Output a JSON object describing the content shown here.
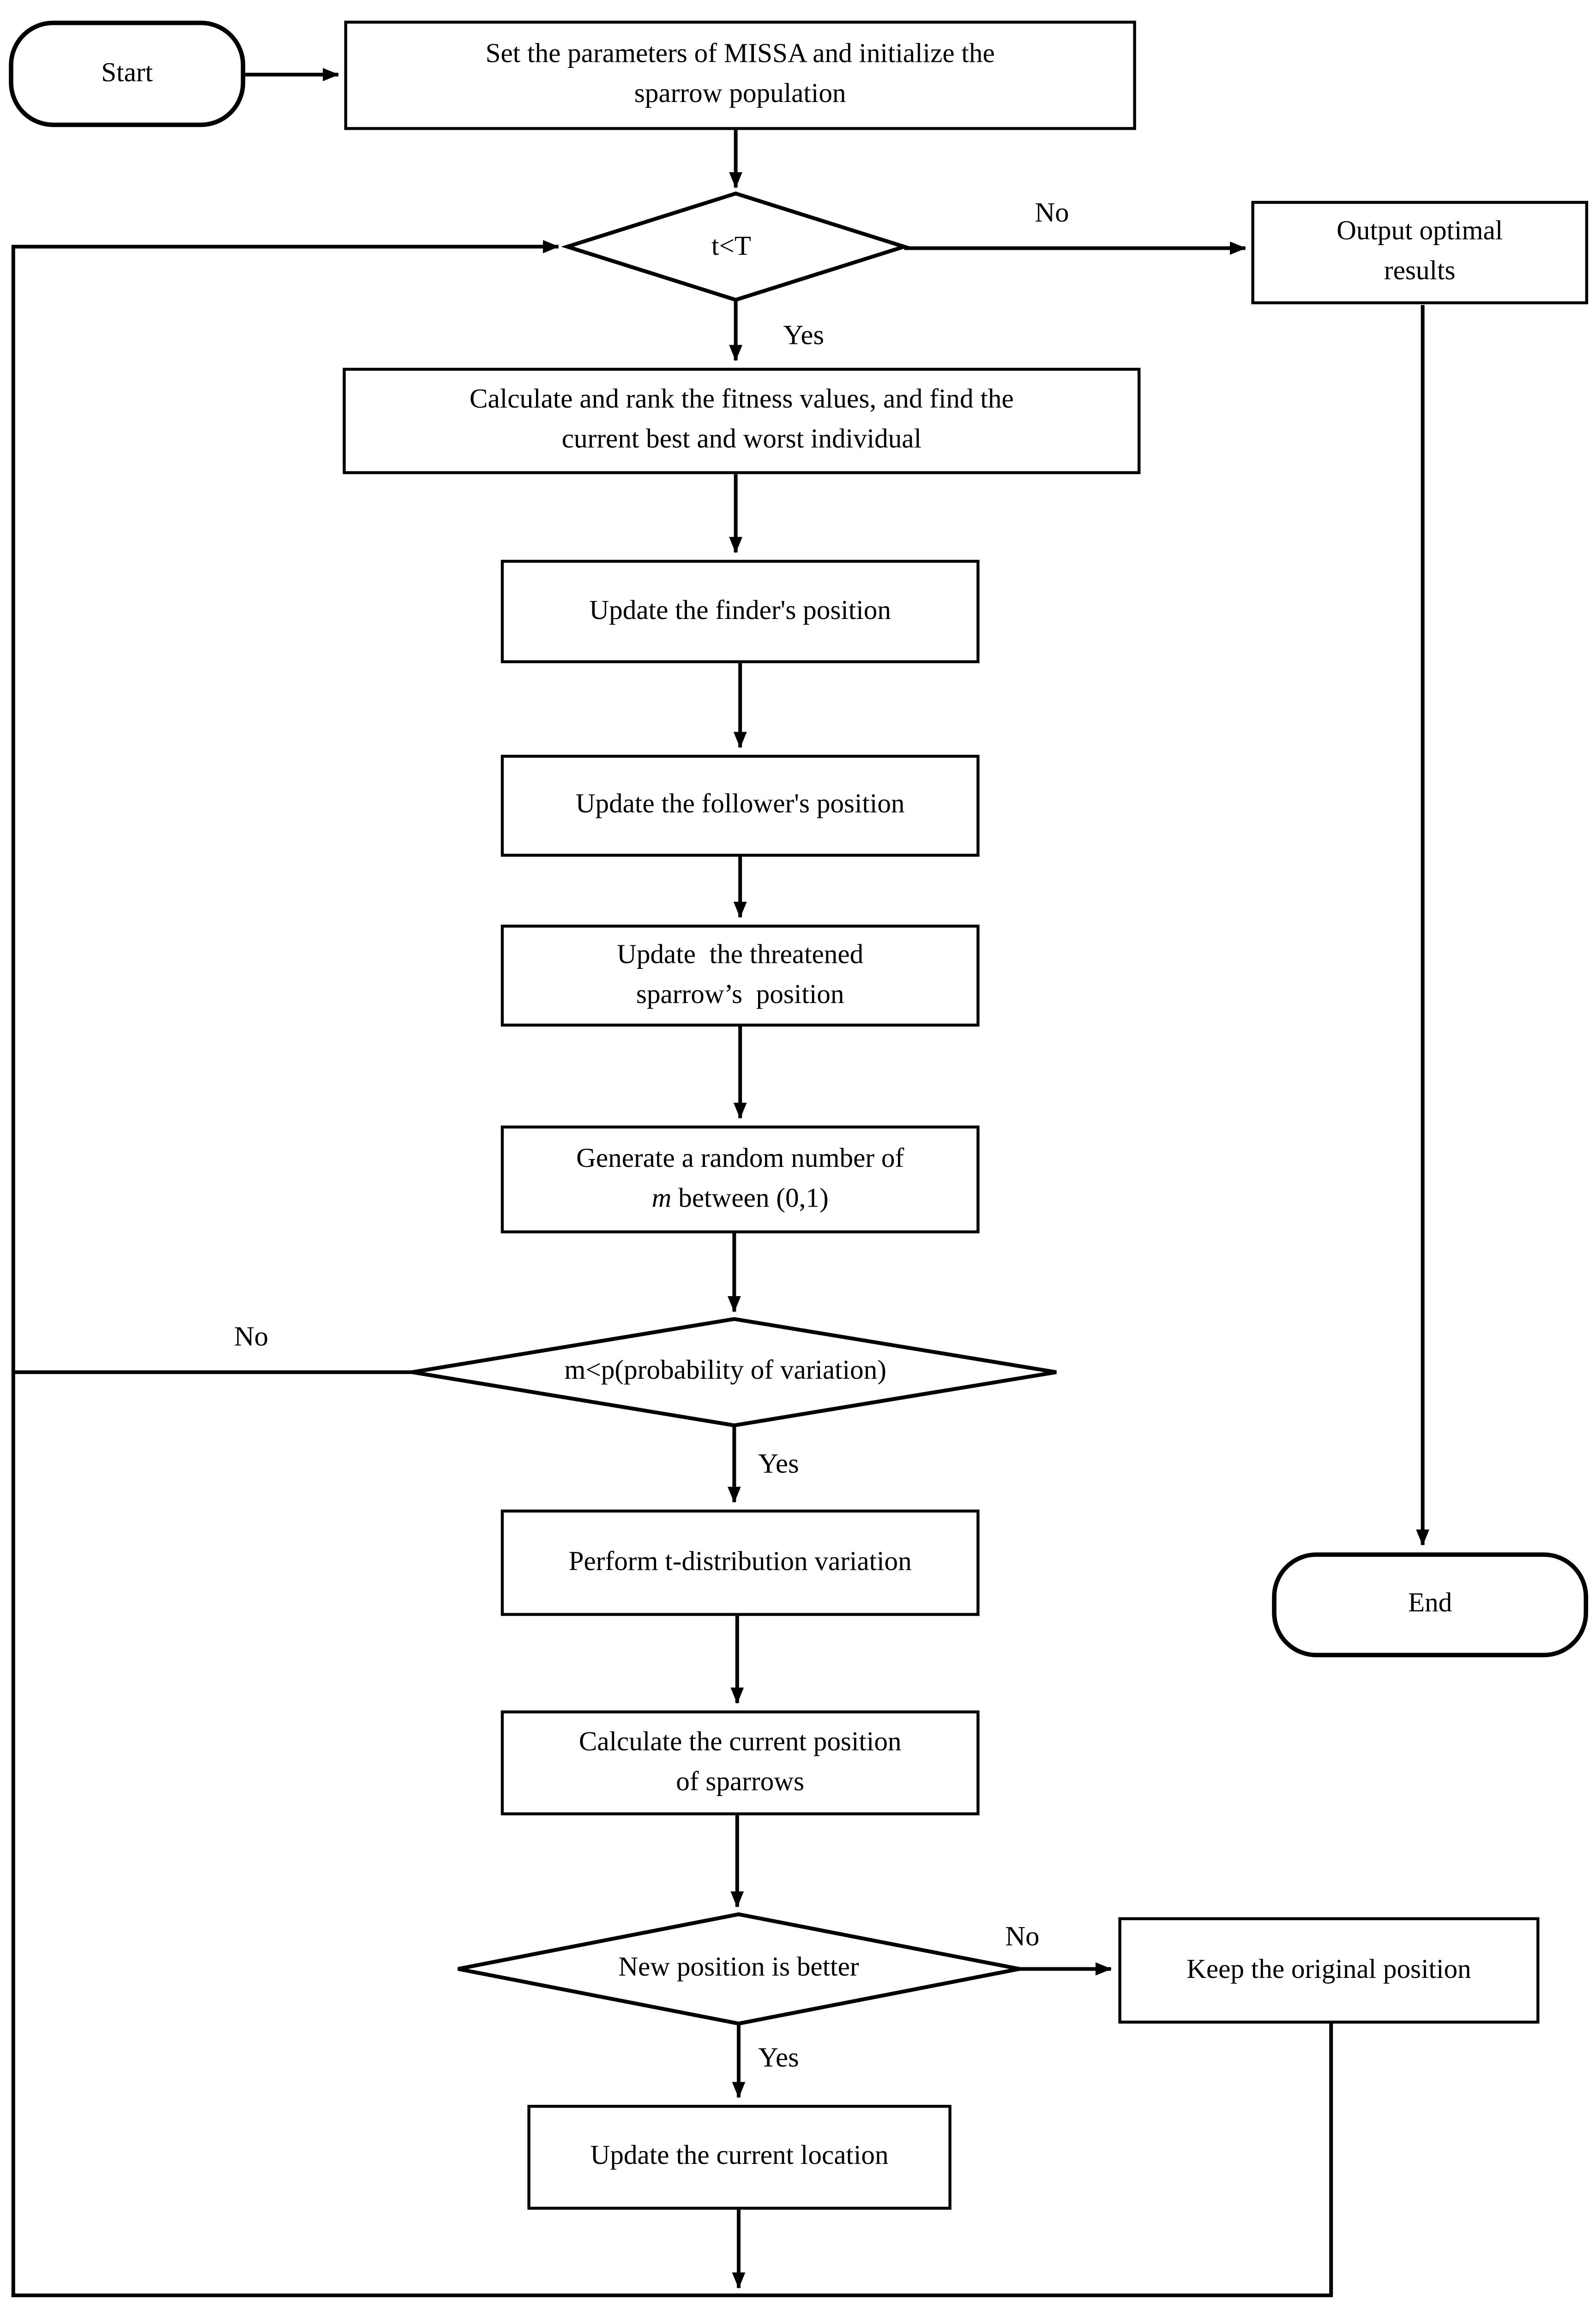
{
  "nodes": {
    "start": {
      "label": "Start"
    },
    "init": {
      "line1": "Set the parameters of MISSA and initialize the",
      "line2": "sparrow population"
    },
    "cond_iteration": {
      "label": "t<T"
    },
    "output": {
      "line1": "Output optimal",
      "line2": "results"
    },
    "rank": {
      "line1": "Calculate and rank the fitness values, and find the",
      "line2": "current best and worst individual"
    },
    "finder": {
      "label": "Update the finder's position"
    },
    "follower": {
      "label": "Update the follower's position"
    },
    "threatened": {
      "line1": "Update  the threatened",
      "line2": "sparrow’s  position"
    },
    "random": {
      "line1": "Generate a random number of",
      "line2_italic": "m",
      "line2_rest": " between (0,1)"
    },
    "cond_variation": {
      "label": "m<p(probability of variation)"
    },
    "tdist": {
      "label": "Perform t-distribution variation"
    },
    "calc_pos": {
      "line1": "Calculate the current position",
      "line2": "of sparrows"
    },
    "cond_better": {
      "label": "New position is better"
    },
    "keep": {
      "label": "Keep the original position"
    },
    "update_loc": {
      "label": "Update the current location"
    },
    "end": {
      "label": "End"
    }
  },
  "edges": {
    "iteration_no": "No",
    "iteration_yes": "Yes",
    "variation_no": "No",
    "variation_yes": "Yes",
    "better_no": "No",
    "better_yes": "Yes"
  },
  "colors": {
    "line": "#000000",
    "background": "#ffffff"
  }
}
